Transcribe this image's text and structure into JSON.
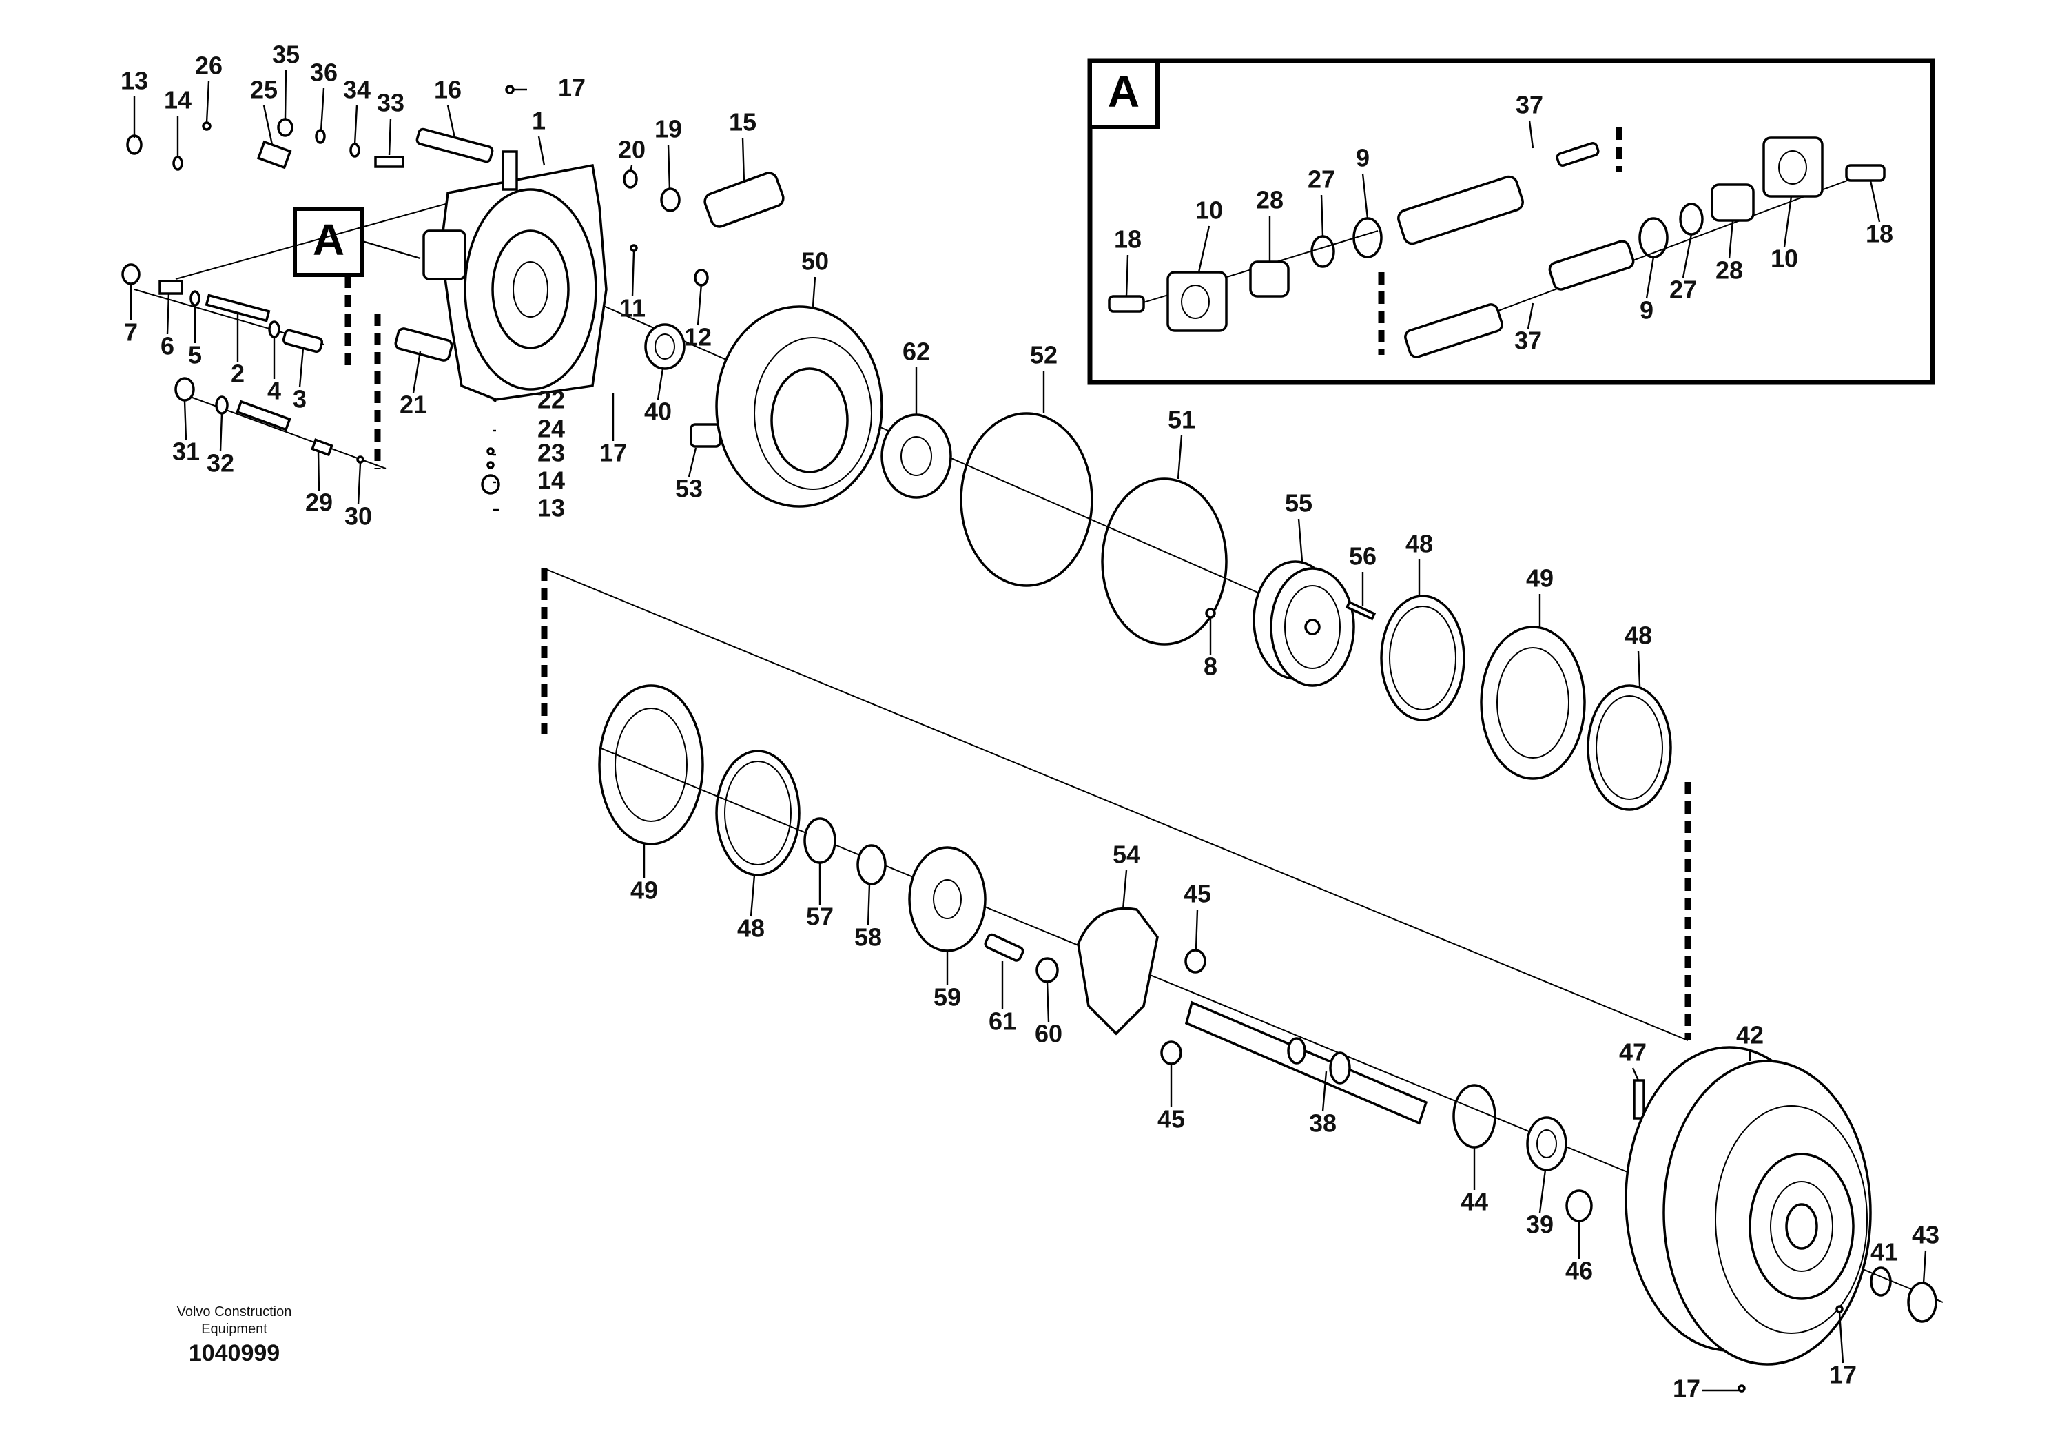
{
  "detail_tag": "A",
  "footer": {
    "company_line1": "Volvo Construction",
    "company_line2": "Equipment",
    "drawing_number": "1040999"
  },
  "callouts": [
    {
      "id": "c13a",
      "text": "13"
    },
    {
      "id": "c14a",
      "text": "14"
    },
    {
      "id": "c26",
      "text": "26"
    },
    {
      "id": "c25",
      "text": "25"
    },
    {
      "id": "c35",
      "text": "35"
    },
    {
      "id": "c36",
      "text": "36"
    },
    {
      "id": "c34",
      "text": "34"
    },
    {
      "id": "c33",
      "text": "33"
    },
    {
      "id": "c16",
      "text": "16"
    },
    {
      "id": "c17a",
      "text": "17"
    },
    {
      "id": "c1",
      "text": "1"
    },
    {
      "id": "c20",
      "text": "20"
    },
    {
      "id": "c19",
      "text": "19"
    },
    {
      "id": "c15",
      "text": "15"
    },
    {
      "id": "c11",
      "text": "11"
    },
    {
      "id": "c12",
      "text": "12"
    },
    {
      "id": "c7",
      "text": "7"
    },
    {
      "id": "c6",
      "text": "6"
    },
    {
      "id": "c5",
      "text": "5"
    },
    {
      "id": "c2",
      "text": "2"
    },
    {
      "id": "c4",
      "text": "4"
    },
    {
      "id": "c3",
      "text": "3"
    },
    {
      "id": "c21",
      "text": "21"
    },
    {
      "id": "c22",
      "text": "22"
    },
    {
      "id": "c24",
      "text": "24"
    },
    {
      "id": "c23",
      "text": "23"
    },
    {
      "id": "c14b",
      "text": "14"
    },
    {
      "id": "c13b",
      "text": "13"
    },
    {
      "id": "c17b",
      "text": "17"
    },
    {
      "id": "c31",
      "text": "31"
    },
    {
      "id": "c32",
      "text": "32"
    },
    {
      "id": "c29",
      "text": "29"
    },
    {
      "id": "c30",
      "text": "30"
    },
    {
      "id": "c40",
      "text": "40"
    },
    {
      "id": "c53",
      "text": "53"
    },
    {
      "id": "c50",
      "text": "50"
    },
    {
      "id": "c62",
      "text": "62"
    },
    {
      "id": "c52",
      "text": "52"
    },
    {
      "id": "c51",
      "text": "51"
    },
    {
      "id": "c55",
      "text": "55"
    },
    {
      "id": "c56",
      "text": "56"
    },
    {
      "id": "c8",
      "text": "8"
    },
    {
      "id": "c48a",
      "text": "48"
    },
    {
      "id": "c49a",
      "text": "49"
    },
    {
      "id": "c48b",
      "text": "48"
    },
    {
      "id": "c49b",
      "text": "49"
    },
    {
      "id": "c48c",
      "text": "48"
    },
    {
      "id": "c57",
      "text": "57"
    },
    {
      "id": "c58",
      "text": "58"
    },
    {
      "id": "c59",
      "text": "59"
    },
    {
      "id": "c61",
      "text": "61"
    },
    {
      "id": "c60",
      "text": "60"
    },
    {
      "id": "c54",
      "text": "54"
    },
    {
      "id": "c45a",
      "text": "45"
    },
    {
      "id": "c45b",
      "text": "45"
    },
    {
      "id": "c38",
      "text": "38"
    },
    {
      "id": "c47",
      "text": "47"
    },
    {
      "id": "c42",
      "text": "42"
    },
    {
      "id": "c44",
      "text": "44"
    },
    {
      "id": "c39",
      "text": "39"
    },
    {
      "id": "c46",
      "text": "46"
    },
    {
      "id": "c41",
      "text": "41"
    },
    {
      "id": "c43",
      "text": "43"
    },
    {
      "id": "c17c",
      "text": "17"
    },
    {
      "id": "c17d",
      "text": "17"
    },
    {
      "id": "d37a",
      "text": "37"
    },
    {
      "id": "d9a",
      "text": "9"
    },
    {
      "id": "d27a",
      "text": "27"
    },
    {
      "id": "d28a",
      "text": "28"
    },
    {
      "id": "d10a",
      "text": "10"
    },
    {
      "id": "d18a",
      "text": "18"
    },
    {
      "id": "d18b",
      "text": "18"
    },
    {
      "id": "d10b",
      "text": "10"
    },
    {
      "id": "d28b",
      "text": "28"
    },
    {
      "id": "d27b",
      "text": "27"
    },
    {
      "id": "d9b",
      "text": "9"
    },
    {
      "id": "d37b",
      "text": "37"
    }
  ]
}
